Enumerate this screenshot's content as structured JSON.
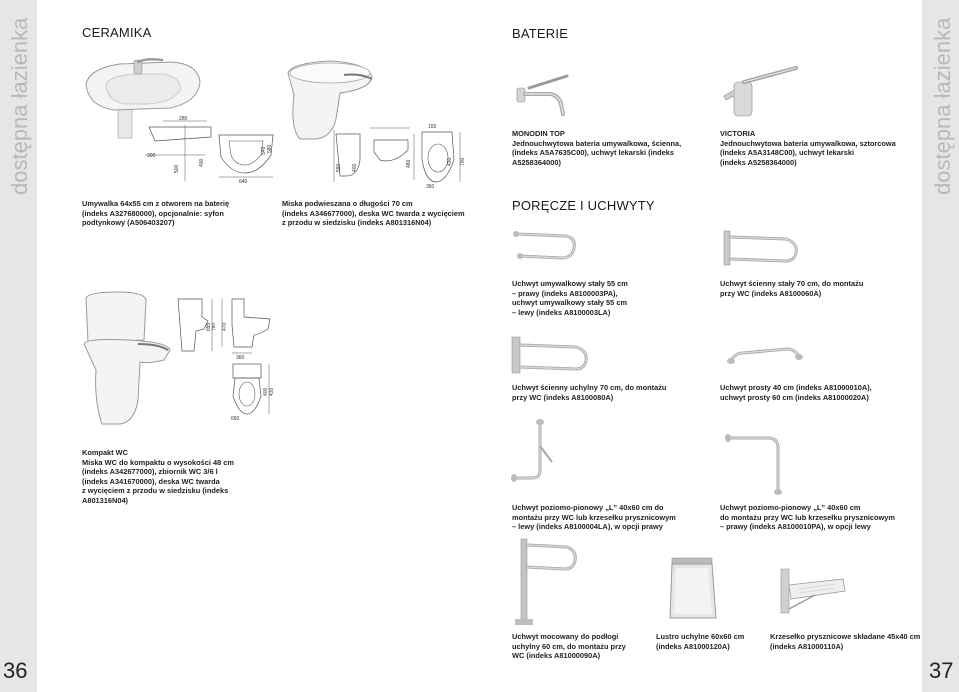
{
  "sidebar": {
    "left_title": "dostępna łazienka",
    "right_title": "dostępna łazienka"
  },
  "pages": {
    "left": "36",
    "right": "37"
  },
  "sections": {
    "ceramika": "CERAMIKA",
    "baterie": "BATERIE",
    "porecze": "PORĘCZE I UCHWYTY"
  },
  "dimensions": {
    "basin": [
      "280",
      "640",
      "300",
      "500",
      "400",
      "580",
      "540"
    ],
    "wc": [
      "155",
      "700",
      "360",
      "430",
      "480",
      "400",
      "590"
    ],
    "kompakt": [
      "895",
      "780",
      "470",
      "360",
      "660",
      "400",
      "430"
    ]
  },
  "captions": {
    "umywalka": [
      "Umywalka 64x55 cm z otworem na baterię",
      "(indeks A327680000), opcjonalnie: syfon",
      "podtynkowy (A506403207)"
    ],
    "miska": [
      "Miska podwieszana o długości 70 cm",
      "(indeks A346677000), deska WC twarda z wycięciem",
      "z przodu w siedzisku (indeks A801316N04)"
    ],
    "monodin": [
      "MONODIN TOP",
      "Jednouchwytowa bateria umywalkowa, ścienna,",
      "(indeks A5A7635C00), uchwyt lekarski (indeks",
      "A5258364000)"
    ],
    "victoria": [
      "VICTORIA",
      "Jednouchwytowa bateria umywalkowa, sztorcowa",
      "(indeks A5A3148C00), uchwyt lekarski",
      "(indeks A5258364000)"
    ],
    "kompakt": [
      "Kompakt WC",
      "Miska WC do kompaktu o wysokości 48 cm",
      "(indeks A342677000), zbiornik WC 3/6 l",
      "(indeks A341670000), deska WC twarda",
      "z wycięciem z przodu w siedzisku (indeks",
      "A801316N04)"
    ],
    "uchwyt_staly": [
      "Uchwyt umywalkowy stały 55 cm",
      "– prawy (indeks A8100003PA),",
      "uchwyt umywalkowy stały 55 cm",
      "– lewy (indeks A8100003LA)"
    ],
    "uchwyt_scienny": [
      "Uchwyt ścienny stały 70 cm, do montażu",
      "przy WC (indeks A8100060A)"
    ],
    "uchwyt_uchylny": [
      "Uchwyt ścienny uchylny 70 cm, do montażu",
      "przy WC (indeks A8100080A)"
    ],
    "uchwyt_prosty": [
      "Uchwyt prosty 40 cm (indeks A81000010A),",
      "uchwyt prosty 60 cm (indeks A81000020A)"
    ],
    "l_lewy": [
      "Uchwyt poziomo-pionowy „L” 40x60 cm do",
      "montażu przy WC lub krzesełku prysznicowym",
      "– lewy (indeks A8100004LA), w opcji prawy"
    ],
    "l_prawy": [
      "Uchwyt poziomo-pionowy „L” 40x60 cm",
      "do montażu przy WC lub krzesełku prysznicowym",
      "– prawy (indeks A8100010PA), w opcji lewy"
    ],
    "podloga": [
      "Uchwyt mocowany do podłogi",
      "uchylny 60 cm, do montażu przy",
      "WC (indeks A81000090A)"
    ],
    "lustro": [
      "Lustro uchylne 60x60 cm",
      "(indeks A81000120A)"
    ],
    "krzeslo": [
      "Krzesełko prysznicowe składane 45x40 cm",
      "(indeks A81000110A)"
    ]
  }
}
